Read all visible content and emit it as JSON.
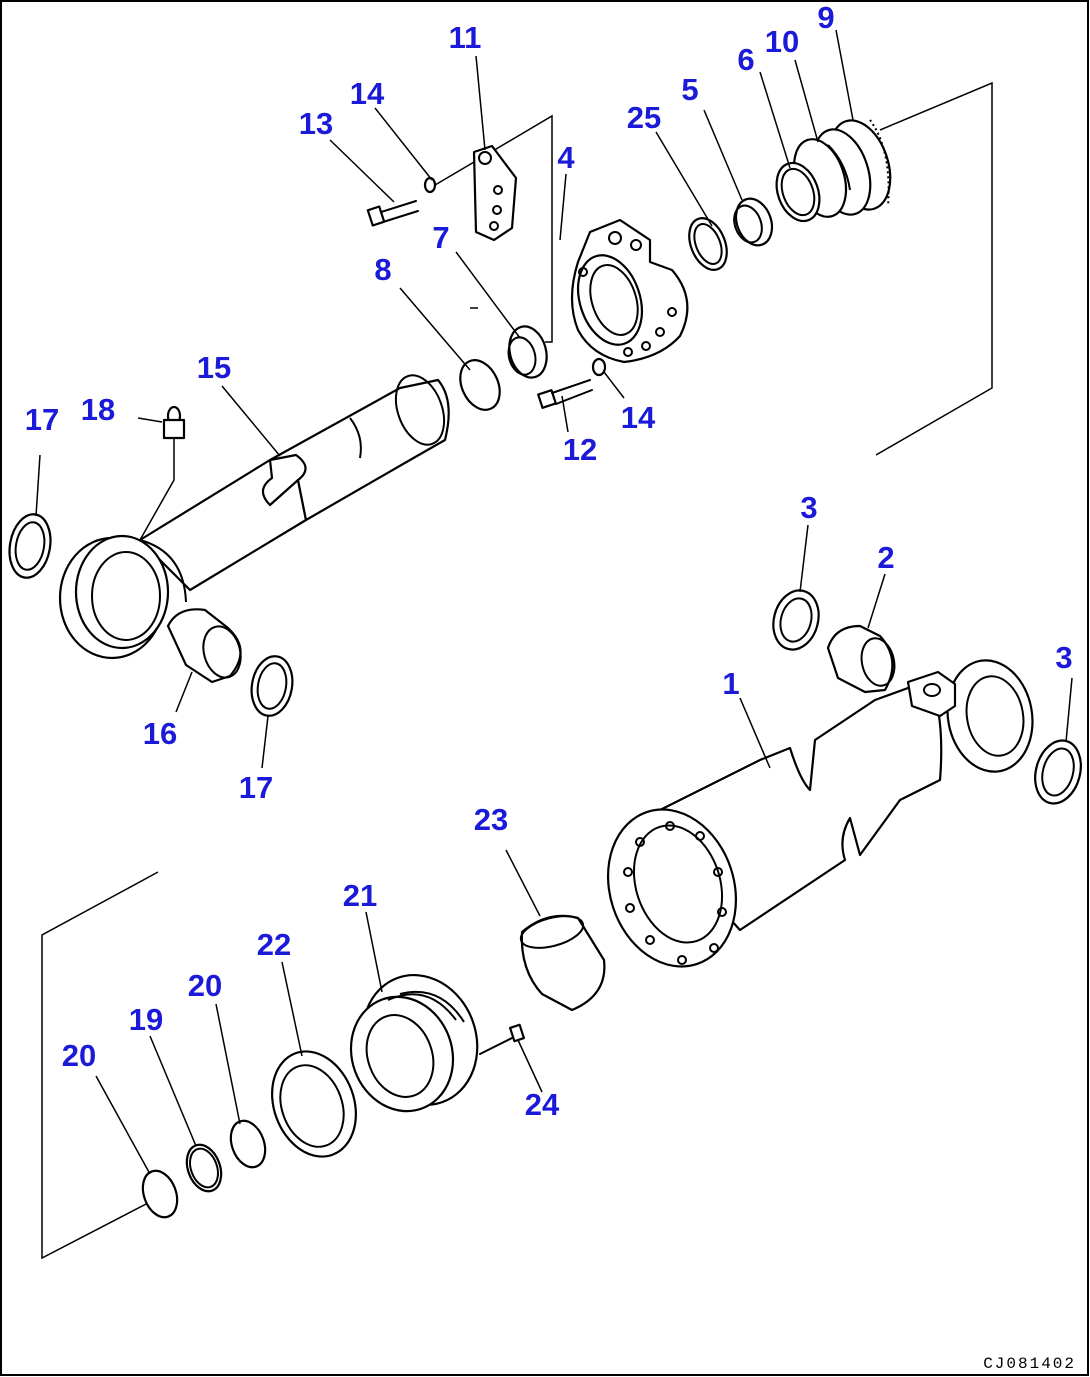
{
  "diagram": {
    "reference_code": "CJ081402",
    "callout_color": "#1a1ad8",
    "line_color": "#000000",
    "background": "#ffffff",
    "callouts": [
      {
        "id": "c1",
        "text": "1"
      },
      {
        "id": "c2",
        "text": "2"
      },
      {
        "id": "c3a",
        "text": "3"
      },
      {
        "id": "c3b",
        "text": "3"
      },
      {
        "id": "c4",
        "text": "4"
      },
      {
        "id": "c5",
        "text": "5"
      },
      {
        "id": "c6",
        "text": "6"
      },
      {
        "id": "c7",
        "text": "7"
      },
      {
        "id": "c8",
        "text": "8"
      },
      {
        "id": "c9",
        "text": "9"
      },
      {
        "id": "c10",
        "text": "10"
      },
      {
        "id": "c11",
        "text": "11"
      },
      {
        "id": "c12",
        "text": "12"
      },
      {
        "id": "c13",
        "text": "13"
      },
      {
        "id": "c14a",
        "text": "14"
      },
      {
        "id": "c14b",
        "text": "14"
      },
      {
        "id": "c15",
        "text": "15"
      },
      {
        "id": "c16",
        "text": "16"
      },
      {
        "id": "c17a",
        "text": "17"
      },
      {
        "id": "c17b",
        "text": "17"
      },
      {
        "id": "c18",
        "text": "18"
      },
      {
        "id": "c19",
        "text": "19"
      },
      {
        "id": "c20a",
        "text": "20"
      },
      {
        "id": "c20b",
        "text": "20"
      },
      {
        "id": "c21",
        "text": "21"
      },
      {
        "id": "c22",
        "text": "22"
      },
      {
        "id": "c23",
        "text": "23"
      },
      {
        "id": "c24",
        "text": "24"
      },
      {
        "id": "c25",
        "text": "25"
      }
    ]
  }
}
